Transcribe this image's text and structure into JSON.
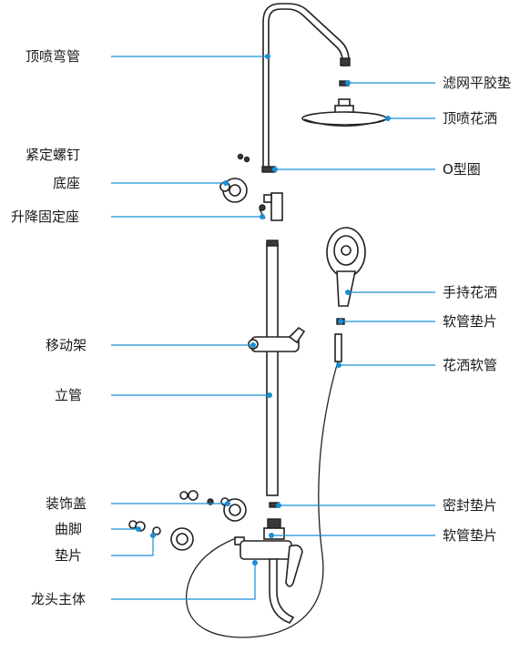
{
  "labels": {
    "top_shower_arm": "顶喷弯管",
    "filter_gasket": "滤网平胶垫",
    "top_shower_head": "顶喷花洒",
    "set_screw": "紧定螺钉",
    "base": "底座",
    "o_ring": "O型圈",
    "lift_fixing_seat": "升降固定座",
    "hand_shower": "手持花洒",
    "hose_gasket_top": "软管垫片",
    "sliding_holder": "移动架",
    "shower_hose": "花洒软管",
    "riser_pipe": "立管",
    "decorative_cover": "装饰盖",
    "seal_gasket": "密封垫片",
    "curved_leg": "曲脚",
    "hose_gasket_bottom": "软管垫片",
    "gasket": "垫片",
    "faucet_body": "龙头主体"
  },
  "colors": {
    "leader": "#1a8fd6",
    "outline": "#222222",
    "text": "#1a1a1a"
  }
}
